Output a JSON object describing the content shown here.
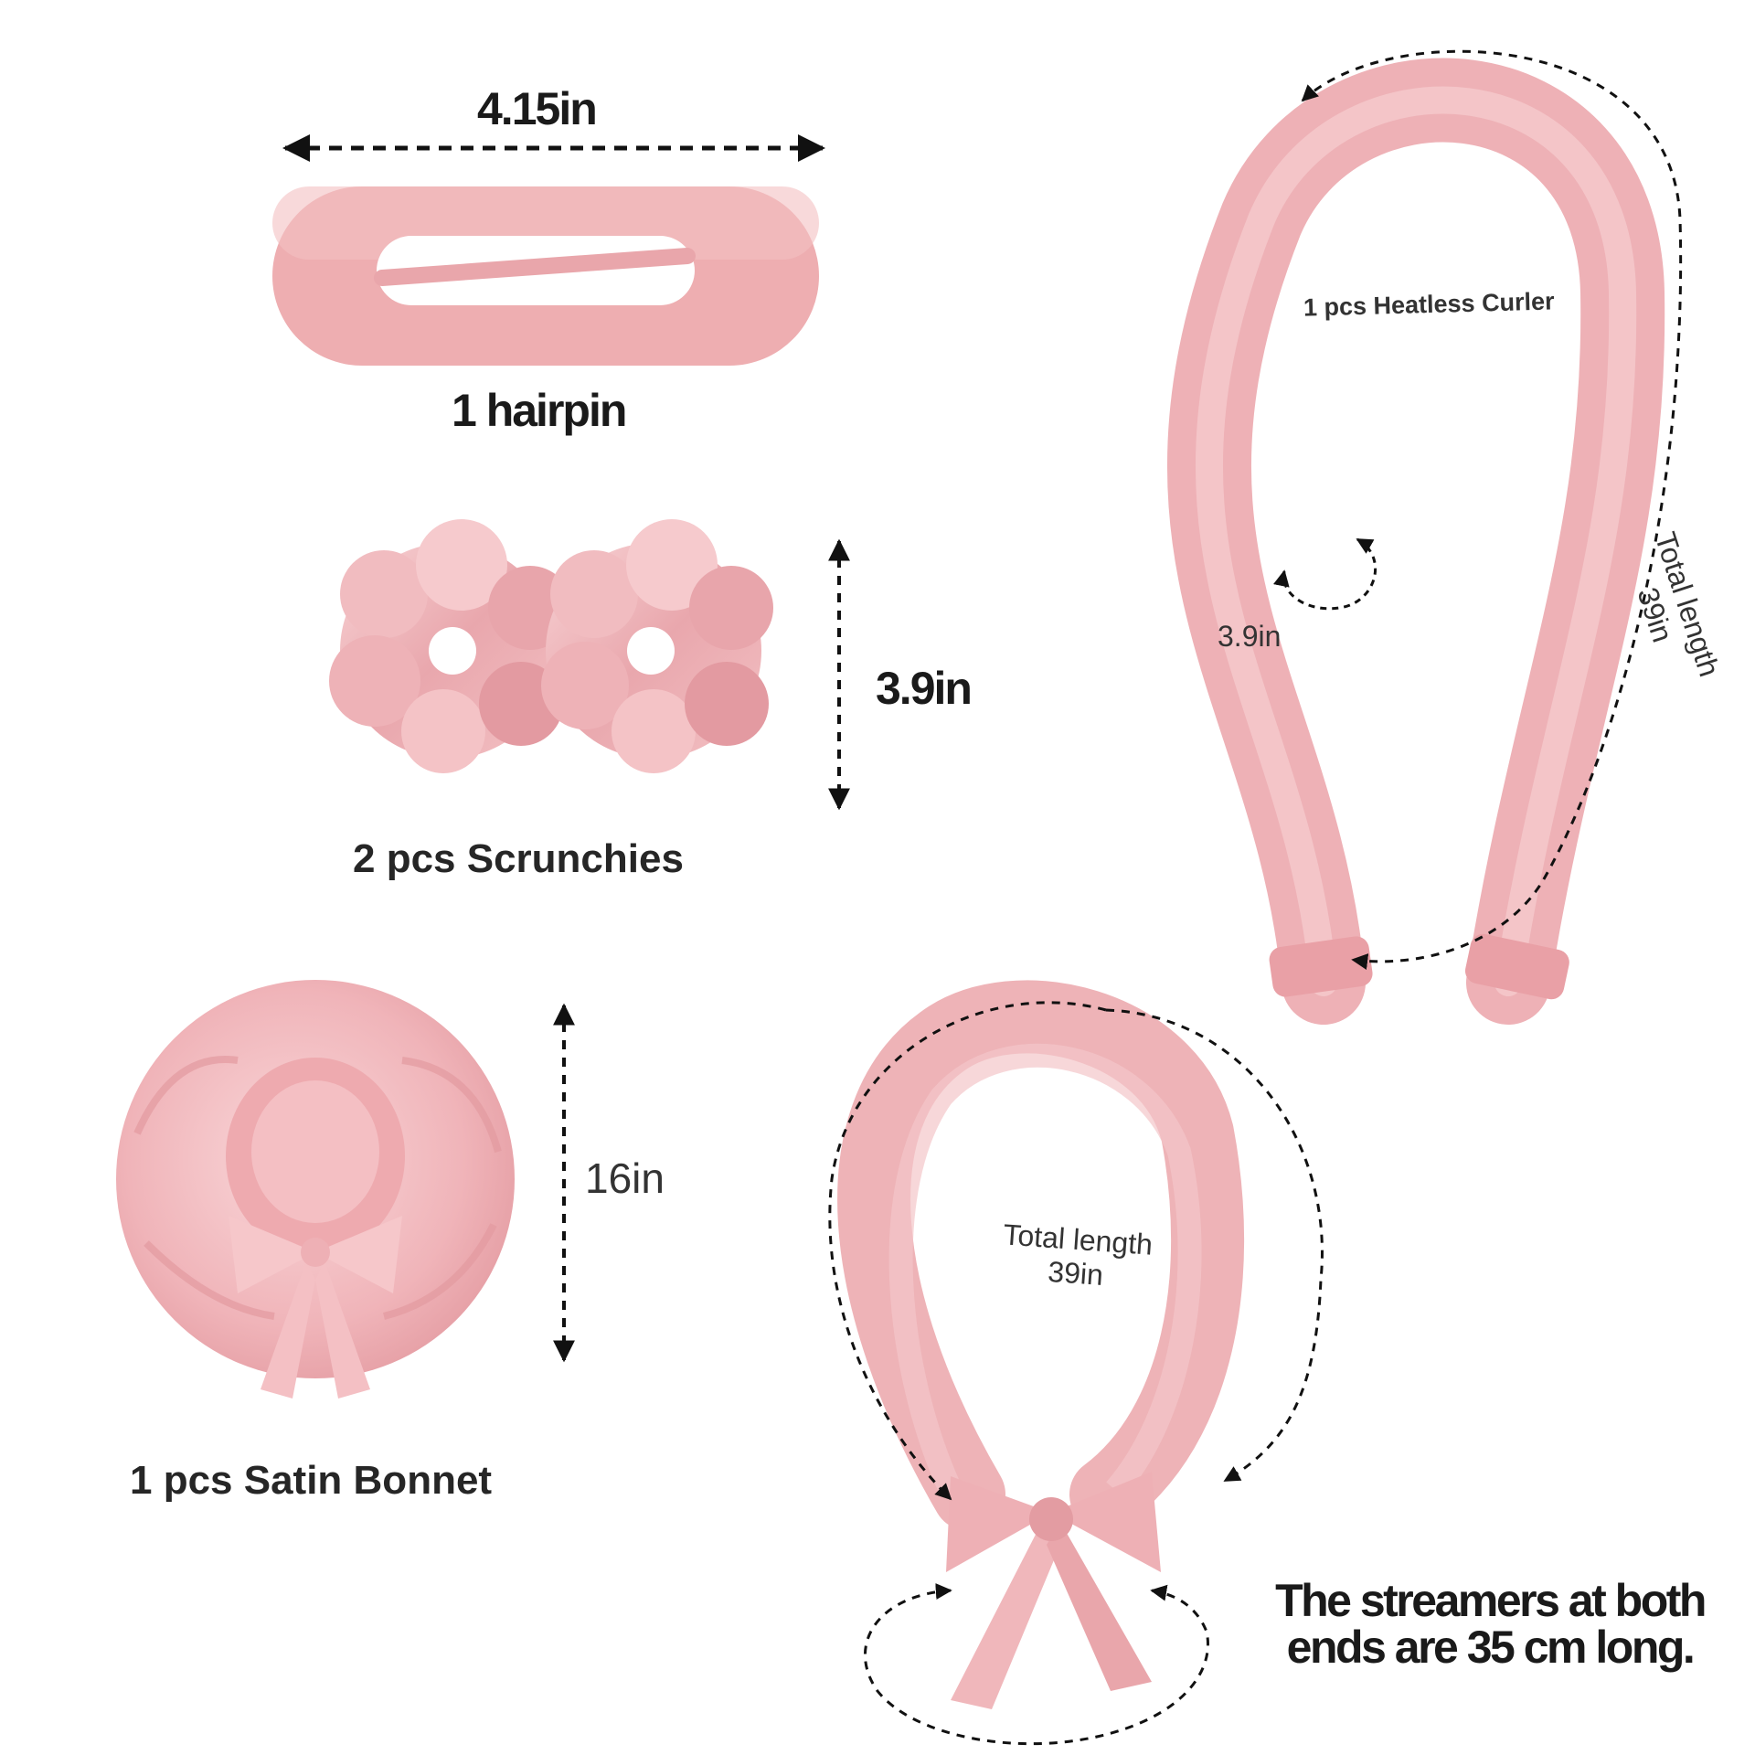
{
  "hairpin": {
    "width_label": "4.15in",
    "caption": "1 hairpin"
  },
  "scrunchies": {
    "height_label": "3.9in",
    "caption": "2 pcs Scrunchies"
  },
  "bonnet": {
    "height_label": "16in",
    "caption": "1 pcs Satin Bonnet"
  },
  "curler": {
    "name_label": "1 pcs Heatless Curler",
    "diameter_label": "3.9in",
    "length_label_line1": "Total length",
    "length_label_line2": "39in"
  },
  "velvet_curler": {
    "length_label_line1": "Total length",
    "length_label_line2": "39in",
    "streamer_note_line1": "The streamers at both",
    "streamer_note_line2": "ends are 35 cm long."
  },
  "colors": {
    "pink_light": "#f4c3c6",
    "pink_mid": "#e9a6ab",
    "pink_dark": "#d98f95",
    "text": "#1a1a1a"
  }
}
